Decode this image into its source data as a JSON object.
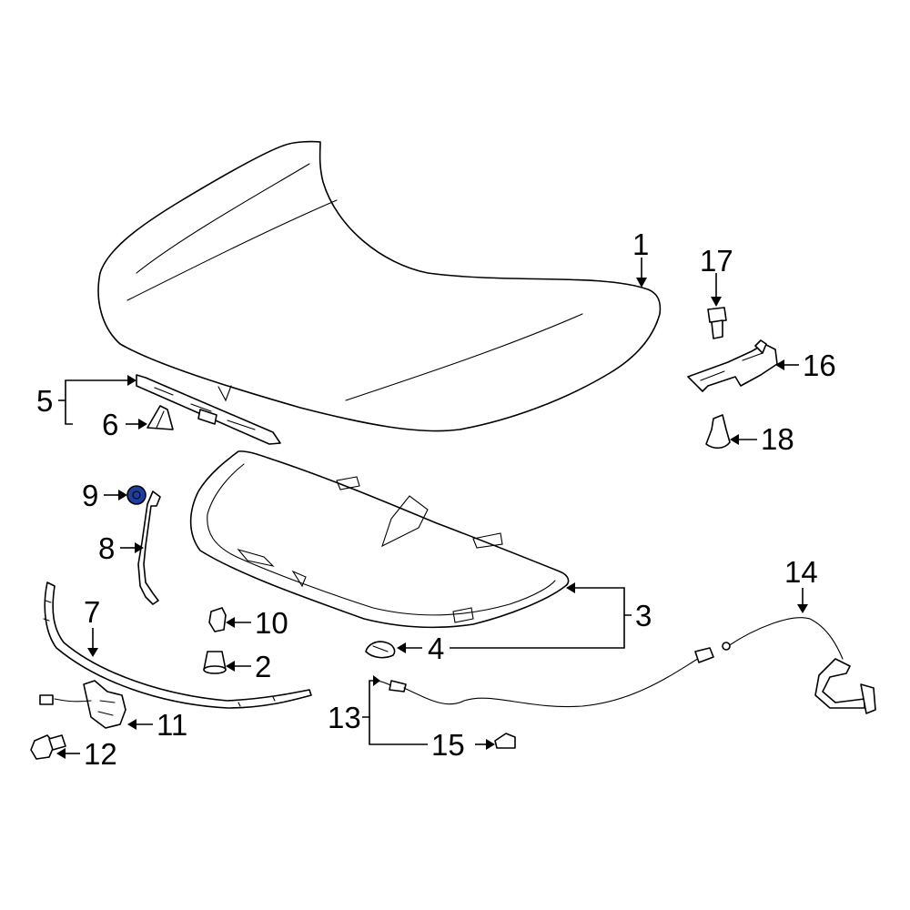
{
  "diagram": {
    "highlight_color": "#1e3fa0",
    "highlighted_callout": "9",
    "callouts": {
      "c1": "1",
      "c2": "2",
      "c3": "3",
      "c4": "4",
      "c5": "5",
      "c6": "6",
      "c7": "7",
      "c8": "8",
      "c9": "9",
      "c10": "10",
      "c11": "11",
      "c12": "12",
      "c13": "13",
      "c14": "14",
      "c15": "15",
      "c16": "16",
      "c17": "17",
      "c18": "18"
    }
  }
}
